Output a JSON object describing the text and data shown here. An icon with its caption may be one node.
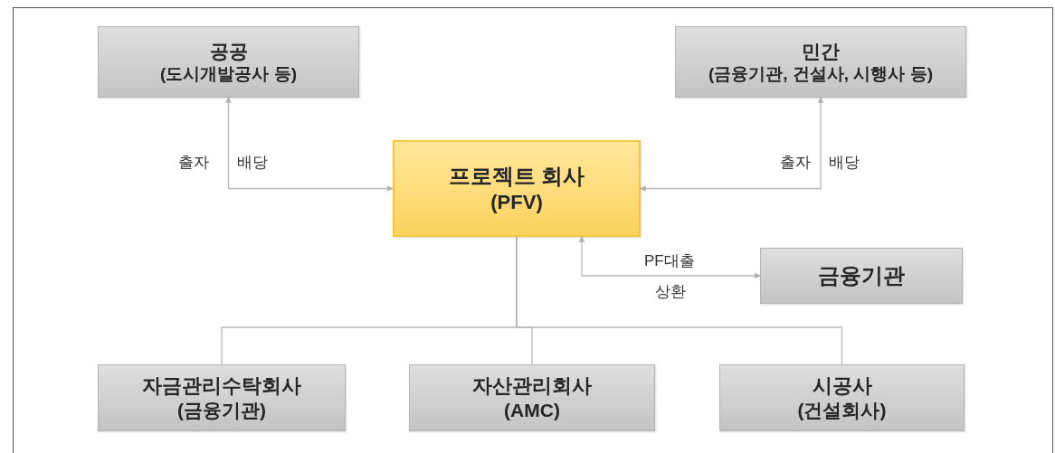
{
  "diagram": {
    "nodes": [
      {
        "text": [
          "공공",
          "(도시개발공사 등)"
        ]
      },
      {
        "text": [
          "민간",
          "(금융기관, 건설사, 시행사 등)"
        ]
      },
      {
        "text": [
          "프로젝트 회사",
          "(PFV)"
        ]
      },
      {
        "text": [
          "금융기관"
        ]
      },
      {
        "text": [
          "자금관리수탁회사",
          "(금융기관)"
        ]
      },
      {
        "text": [
          "자산관리회사",
          "(AMC)"
        ]
      },
      {
        "text": [
          "시공사",
          "(건설회사)"
        ]
      }
    ],
    "edges": [
      {
        "from": 2,
        "to": 0,
        "arrow": "both"
      },
      {
        "from": 2,
        "to": 1,
        "arrow": "both"
      },
      {
        "from": 2,
        "to": 3,
        "arrow": "both"
      },
      {
        "from": 2,
        "to": 4,
        "arrow": "none"
      },
      {
        "from": 2,
        "to": 5,
        "arrow": "none"
      },
      {
        "from": 2,
        "to": 6,
        "arrow": "none"
      }
    ],
    "labels": [
      "출자",
      "배당",
      "출자",
      "배당",
      "PF대출",
      "상환"
    ]
  }
}
